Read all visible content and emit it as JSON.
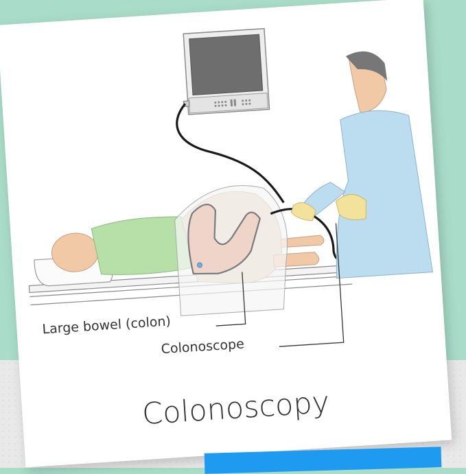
{
  "figure": {
    "title": "Colonoscopy",
    "labels": {
      "large_bowel": "Large bowel (colon)",
      "colonoscope": "Colonoscope"
    }
  },
  "colors": {
    "background_top": "#a9dcc9",
    "background_bottom": "#e9e9e9",
    "card": "#ffffff",
    "gown_patient": "#b6e0a8",
    "scrubs_doctor": "#bcdcf0",
    "skin": "#f2c9a6",
    "monitor_screen": "#6e6e6e",
    "tube": "#1a1a1a",
    "gloves": "#f3e29c",
    "accent_tab": "#1e9bf0"
  }
}
